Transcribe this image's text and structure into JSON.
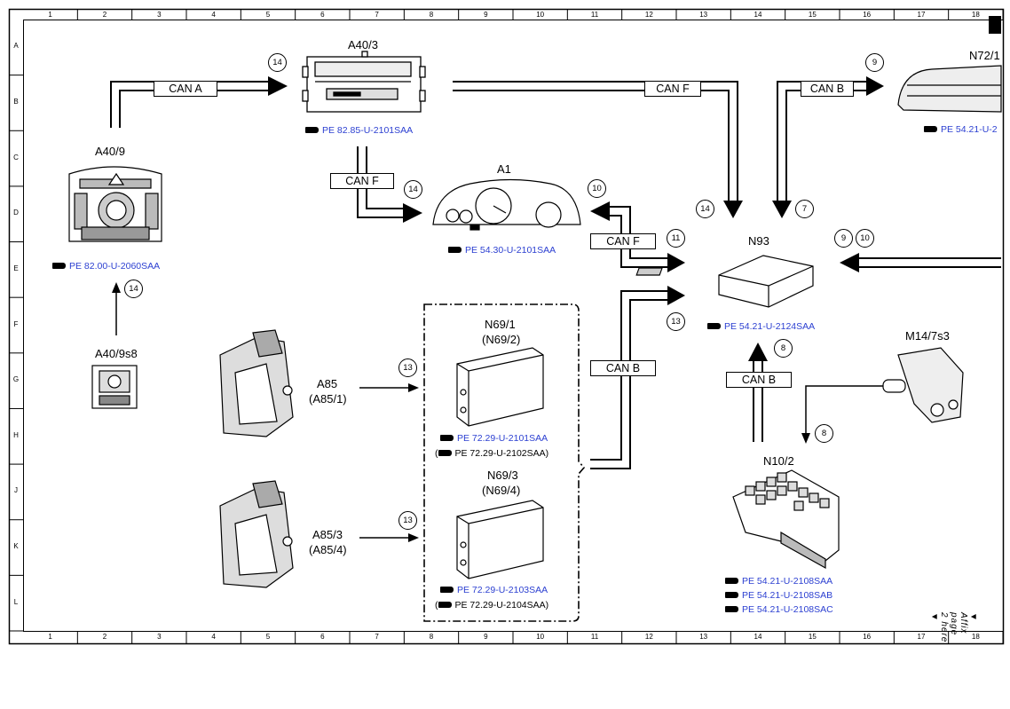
{
  "columns": [
    "1",
    "2",
    "3",
    "4",
    "5",
    "6",
    "7",
    "8",
    "9",
    "10",
    "11",
    "12",
    "13",
    "14",
    "15",
    "16",
    "17",
    "18"
  ],
  "rows": [
    "A",
    "B",
    "C",
    "D",
    "E",
    "F",
    "G",
    "H",
    "J",
    "K",
    "L"
  ],
  "components": {
    "a40_3": {
      "id": "A40/3",
      "ref": "PE 82.85-U-2101SAA"
    },
    "a40_9": {
      "id": "A40/9",
      "ref": "PE 82.00-U-2060SAA"
    },
    "a1": {
      "id": "A1",
      "ref": "PE 54.30-U-2101SAA"
    },
    "n72_1": {
      "id": "N72/1",
      "ref": "PE 54.21-U-2"
    },
    "n93": {
      "id": "N93",
      "ref": "PE 54.21-U-2124SAA"
    },
    "a40_9s8": {
      "id": "A40/9s8"
    },
    "a85": {
      "id": "A85",
      "alt": "(A85/1)"
    },
    "a85_3": {
      "id": "A85/3",
      "alt": "(A85/4)"
    },
    "n69_1": {
      "id": "N69/1",
      "alt": "(N69/2)",
      "ref": "PE 72.29-U-2101SAA",
      "ref2": "PE 72.29-U-2102SAA)"
    },
    "n69_3": {
      "id": "N69/3",
      "alt": "(N69/4)",
      "ref": "PE 72.29-U-2103SAA",
      "ref2": "PE 72.29-U-2104SAA)"
    },
    "m14_7s3": {
      "id": "M14/7s3"
    },
    "n10_2": {
      "id": "N10/2",
      "refs": [
        "PE 54.21-U-2108SAA",
        "PE 54.21-U-2108SAB",
        "PE 54.21-U-2108SAC"
      ]
    }
  },
  "bus_labels": {
    "can_a": "CAN A",
    "can_f_top": "CAN F",
    "can_f_left": "CAN F",
    "can_f_mid": "CAN F",
    "can_b_top": "CAN B",
    "can_b_mid": "CAN B",
    "can_b_right": "CAN B"
  },
  "callouts": {
    "c14_a40_3": "14",
    "c9_n72": "9",
    "c14_a1": "14",
    "c10_a1": "10",
    "c11": "11",
    "c14_n93": "14",
    "c7_n93": "7",
    "c9_n93": "9",
    "c10_n93": "10",
    "c14_a40_9": "14",
    "c13_mid": "13",
    "c13_a85": "13",
    "c13_a85_3": "13",
    "c8_up": "8",
    "c8_down": "8"
  },
  "paren_open": "(",
  "affix_note": "▼ Affix page 2 here ▼"
}
